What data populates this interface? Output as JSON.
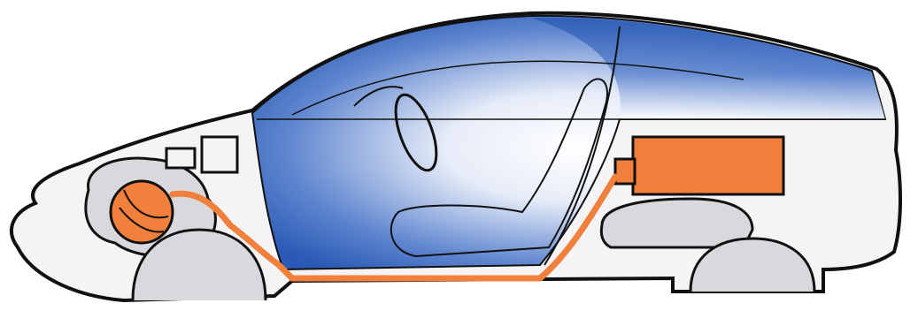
{
  "figure": {
    "colors": {
      "background": "#ffffff",
      "outline": "#111111",
      "body_fill": "#f4f4f6",
      "component_gray": "#d9d9dd",
      "cabin_blue": "#2a5ab5",
      "cabin_highlight": "#ffffff",
      "highlight_orange": "#f0803c"
    },
    "parts": [
      {
        "id": "car-body",
        "icon": "car-side-outline"
      },
      {
        "id": "cabin",
        "icon": "passenger-cabin"
      },
      {
        "id": "engine-bay-components",
        "icon": "engine-block"
      },
      {
        "id": "front-motor",
        "icon": "orange-cylinder"
      },
      {
        "id": "rear-tank",
        "icon": "orange-box"
      },
      {
        "id": "connecting-line",
        "icon": "orange-pipe"
      },
      {
        "id": "front-wheel",
        "icon": "wheel"
      },
      {
        "id": "rear-wheel",
        "icon": "wheel"
      },
      {
        "id": "driver-seat",
        "icon": "seat"
      },
      {
        "id": "steering-wheel",
        "icon": "steering-wheel"
      }
    ]
  }
}
